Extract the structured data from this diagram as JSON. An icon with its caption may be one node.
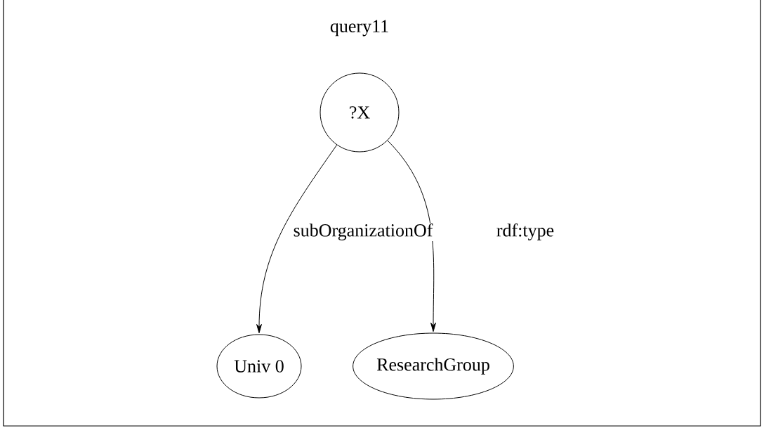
{
  "diagram": {
    "title": "query11",
    "nodes": [
      {
        "text": [
          "?X"
        ]
      },
      {
        "text": [
          "Univ 0"
        ]
      },
      {
        "text": [
          "ResearchGroup"
        ]
      }
    ],
    "edges": [
      {
        "from": 0,
        "to": 1,
        "arrow": "to",
        "label": "subOrganizationOf"
      },
      {
        "from": 0,
        "to": 2,
        "arrow": "to",
        "label": "rdf:type"
      }
    ]
  }
}
